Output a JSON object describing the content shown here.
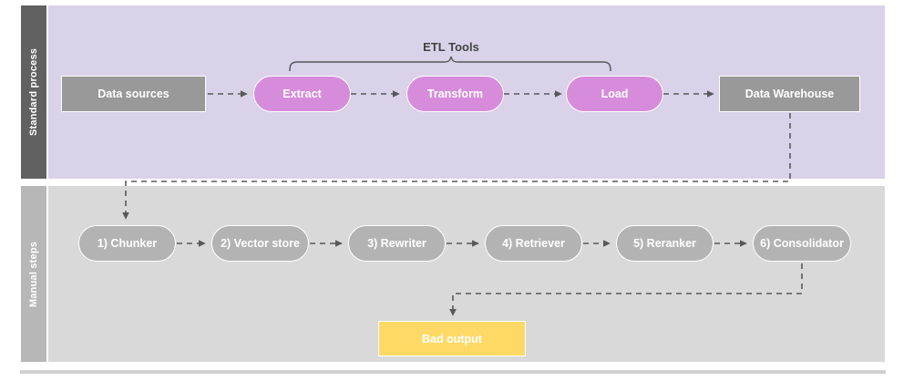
{
  "diagram": {
    "title": "ETL and manual RAG steps swimlane diagram",
    "colors": {
      "standard_lane_header": "#616161",
      "standard_lane_body": "#d9d2e9",
      "manual_lane_header": "#b7b7b7",
      "manual_lane_body": "#d9d9d9",
      "gray_node": "#999999",
      "purple_node": "#d68cdb",
      "soft_gray_node": "#b3b3b3",
      "warning_node": "#ffd966",
      "connector": "#595959",
      "text_dark": "#434343"
    }
  },
  "lanes": [
    {
      "id": "standard",
      "label": "Standard process"
    },
    {
      "id": "manual",
      "label": "Manual steps"
    }
  ],
  "annotations": {
    "etl_brace_label": "ETL Tools"
  },
  "standard_process": {
    "nodes": [
      {
        "id": "data-sources",
        "label": "Data sources",
        "shape": "rect",
        "color": "gray"
      },
      {
        "id": "extract",
        "label": "Extract",
        "shape": "pill",
        "color": "purple"
      },
      {
        "id": "transform",
        "label": "Transform",
        "shape": "pill",
        "color": "purple"
      },
      {
        "id": "load",
        "label": "Load",
        "shape": "pill",
        "color": "purple"
      },
      {
        "id": "data-warehouse",
        "label": "Data Warehouse",
        "shape": "rect",
        "color": "gray"
      }
    ]
  },
  "manual_steps": {
    "nodes": [
      {
        "id": "chunker",
        "label": "1) Chunker",
        "shape": "pill",
        "color": "softgray"
      },
      {
        "id": "vector-store",
        "label": "2) Vector store",
        "shape": "pill",
        "color": "softgray"
      },
      {
        "id": "rewriter",
        "label": "3) Rewriter",
        "shape": "pill",
        "color": "softgray"
      },
      {
        "id": "retriever",
        "label": "4) Retriever",
        "shape": "pill",
        "color": "softgray"
      },
      {
        "id": "reranker",
        "label": "5) Reranker",
        "shape": "pill",
        "color": "softgray"
      },
      {
        "id": "consolidator",
        "label": "6) Consolidator",
        "shape": "pill",
        "color": "softgray"
      }
    ],
    "output": {
      "id": "bad-output",
      "label": "Bad output",
      "shape": "rect",
      "color": "yellow"
    }
  },
  "chart_data": {
    "type": "diagram-flow",
    "title": "ETL standard process feeding manual RAG steps",
    "edges": [
      {
        "from": "data-sources",
        "to": "extract",
        "style": "dashed-arrow"
      },
      {
        "from": "extract",
        "to": "transform",
        "style": "dashed-arrow"
      },
      {
        "from": "transform",
        "to": "load",
        "style": "dashed-arrow"
      },
      {
        "from": "load",
        "to": "data-warehouse",
        "style": "dashed-arrow"
      },
      {
        "from": "data-warehouse",
        "to": "chunker",
        "style": "dashed-arrow-elbow"
      },
      {
        "from": "chunker",
        "to": "vector-store",
        "style": "dashed-arrow"
      },
      {
        "from": "vector-store",
        "to": "rewriter",
        "style": "dashed-arrow"
      },
      {
        "from": "rewriter",
        "to": "retriever",
        "style": "dashed-arrow"
      },
      {
        "from": "retriever",
        "to": "reranker",
        "style": "dashed-arrow"
      },
      {
        "from": "reranker",
        "to": "consolidator",
        "style": "dashed-arrow"
      },
      {
        "from": "consolidator",
        "to": "bad-output",
        "style": "dashed-arrow-elbow"
      }
    ],
    "brackets": [
      {
        "label": "ETL Tools",
        "covers": [
          "extract",
          "transform",
          "load"
        ]
      }
    ]
  }
}
